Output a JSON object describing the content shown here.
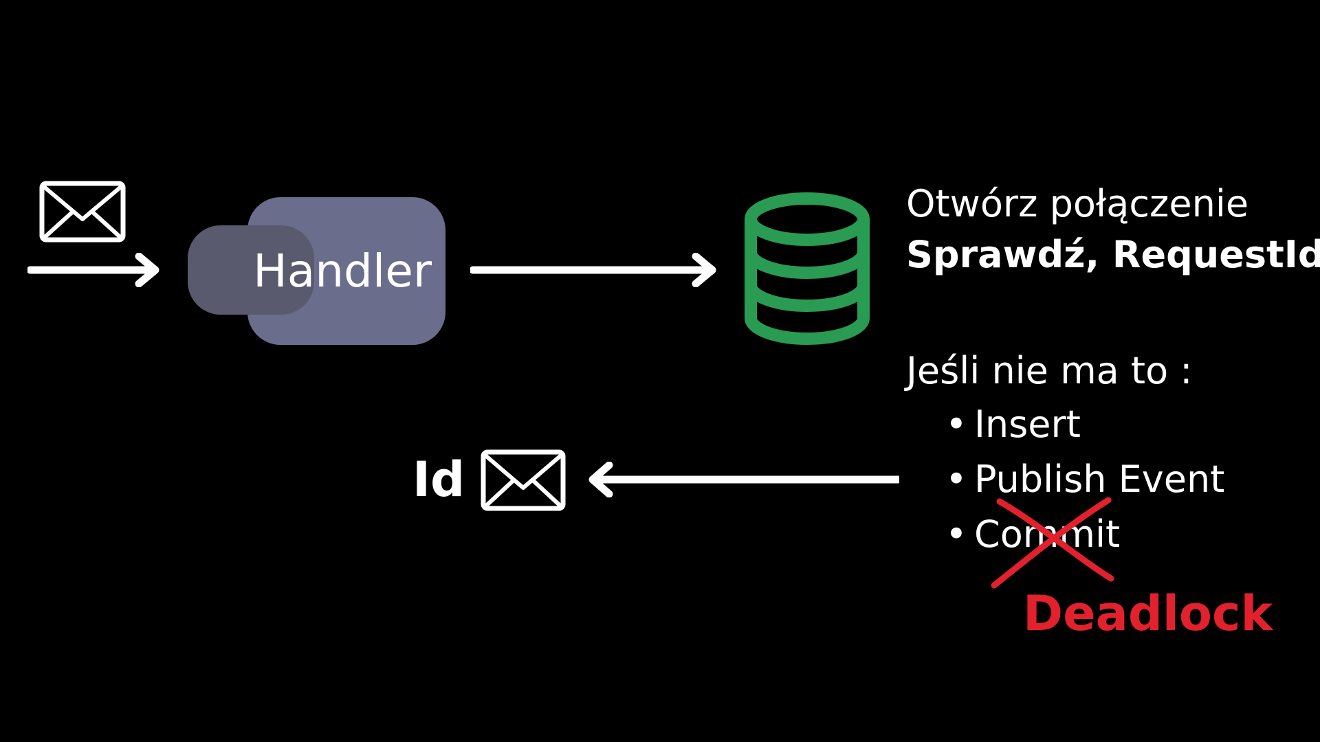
{
  "handler": {
    "label": "Handler"
  },
  "database_note": {
    "line1": "Otwórz połączenie",
    "line2": "Sprawdź, RequestId"
  },
  "condition": {
    "text": "Jeśli nie ma to :",
    "steps": [
      "Insert",
      "Publish Event",
      "Commit"
    ],
    "bullet": "•"
  },
  "deadlock_label": "Deadlock",
  "response": {
    "label": "Id"
  },
  "colors": {
    "background": "#000000",
    "handler_back": "#6b6d8c",
    "handler_front": "#595a6e",
    "database": "#2a9b52",
    "deadlock": "#e2212d",
    "foreground": "#ffffff"
  },
  "icons": {
    "incoming": "envelope-icon",
    "database": "database-icon",
    "response": "envelope-icon",
    "strike": "cross-mark-icon"
  }
}
